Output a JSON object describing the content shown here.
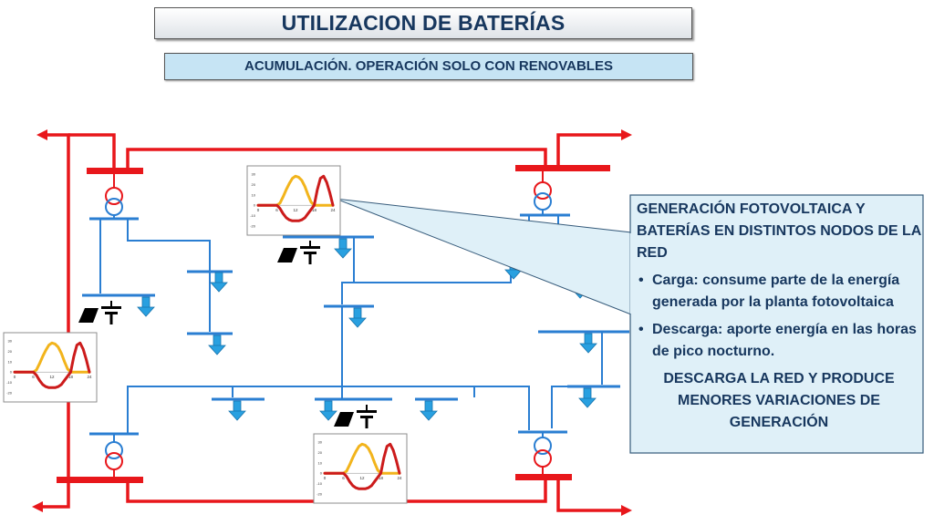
{
  "header": {
    "title": "UTILIZACION DE BATERÍAS",
    "subtitle": "ACUMULACIÓN. OPERACIÓN SOLO CON RENOVABLES"
  },
  "callout": {
    "heading": "GENERACIÓN FOTOVOLTAICA Y BATERÍAS EN DISTINTOS NODOS DE LA RED",
    "bullets": [
      "Carga: consume parte de la energía generada por la planta fotovoltaica",
      "Descarga: aporte energía en las horas de pico nocturno."
    ],
    "conclusion": "DESCARGA LA RED Y PRODUCE MENORES VARIACIONES DE GENERACIÓN"
  },
  "colors": {
    "transmission": "#e8171b",
    "distribution": "#2a7ed2",
    "load_arrow": "#29a0e0",
    "pv_curve": "#f2b41c",
    "battery_curve": "#cc1b1b",
    "callout_fill": "#dff0f8"
  },
  "chart_data": [
    {
      "type": "line",
      "x": [
        0,
        2,
        4,
        6,
        7,
        8,
        9,
        10,
        11,
        12,
        13,
        14,
        15,
        16,
        17,
        18,
        19,
        20,
        21,
        22,
        23,
        24
      ],
      "series": [
        {
          "values": [
            0,
            0,
            0,
            0,
            2,
            8,
            15,
            21,
            26,
            28,
            27,
            24,
            18,
            10,
            3,
            0,
            0,
            0,
            0,
            0,
            0,
            0
          ]
        },
        {
          "values": [
            0,
            0,
            0,
            0,
            -3,
            -8,
            -12,
            -14,
            -15,
            -15,
            -15,
            -14,
            -12,
            -8,
            -4,
            0,
            15,
            26,
            28,
            22,
            12,
            0
          ]
        }
      ],
      "yticks": [
        30,
        20,
        10,
        0,
        -10,
        -20
      ],
      "xticks": [
        0,
        6,
        12,
        18,
        24
      ],
      "ylim": [
        -20,
        30
      ]
    },
    {
      "type": "line",
      "x": [
        0,
        2,
        4,
        6,
        7,
        8,
        9,
        10,
        11,
        12,
        13,
        14,
        15,
        16,
        17,
        18,
        19,
        20,
        21,
        22,
        23,
        24
      ],
      "series": [
        {
          "values": [
            0,
            0,
            0,
            0,
            2,
            8,
            15,
            21,
            26,
            28,
            27,
            24,
            18,
            10,
            3,
            0,
            0,
            0,
            0,
            0,
            0,
            0
          ]
        },
        {
          "values": [
            0,
            0,
            0,
            0,
            -3,
            -8,
            -12,
            -14,
            -15,
            -15,
            -15,
            -14,
            -12,
            -8,
            -4,
            0,
            15,
            26,
            28,
            22,
            12,
            0
          ]
        }
      ],
      "yticks": [
        30,
        20,
        10,
        0,
        -10,
        -20
      ],
      "xticks": [
        0,
        6,
        12,
        18,
        24
      ],
      "ylim": [
        -20,
        30
      ]
    },
    {
      "type": "line",
      "x": [
        0,
        2,
        4,
        6,
        7,
        8,
        9,
        10,
        11,
        12,
        13,
        14,
        15,
        16,
        17,
        18,
        19,
        20,
        21,
        22,
        23,
        24
      ],
      "series": [
        {
          "values": [
            0,
            0,
            0,
            0,
            2,
            8,
            15,
            21,
            26,
            28,
            27,
            24,
            18,
            10,
            3,
            0,
            0,
            0,
            0,
            0,
            0,
            0
          ]
        },
        {
          "values": [
            0,
            0,
            0,
            0,
            -3,
            -8,
            -12,
            -14,
            -15,
            -15,
            -15,
            -14,
            -12,
            -8,
            -4,
            0,
            15,
            26,
            28,
            22,
            12,
            0
          ]
        }
      ],
      "yticks": [
        30,
        20,
        10,
        0,
        -10,
        -20
      ],
      "xticks": [
        0,
        6,
        12,
        18,
        24
      ],
      "ylim": [
        -20,
        30
      ]
    }
  ]
}
